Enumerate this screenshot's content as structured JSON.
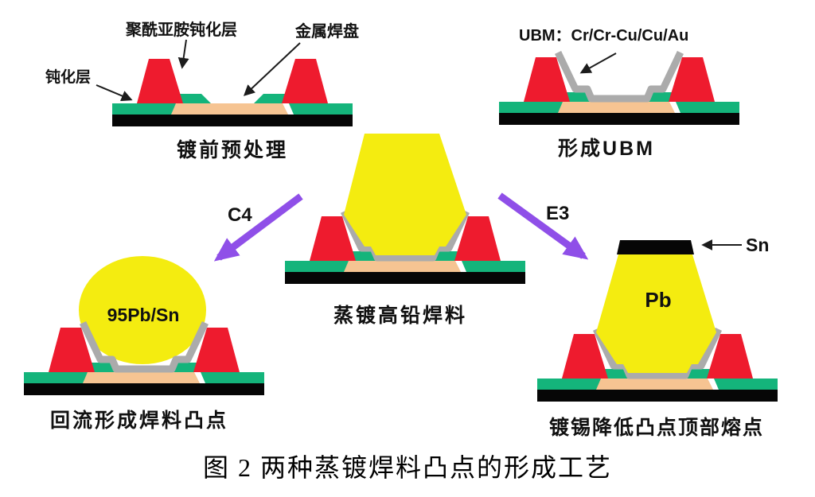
{
  "figure_caption": "图 2 两种蒸镀焊料凸点的形成工艺",
  "colors": {
    "red": "#ee1b2e",
    "green": "#14b47b",
    "tan": "#f6c492",
    "gray": "#ababab",
    "yellow": "#f4ec10",
    "black": "#060606",
    "purple": "#8f4fe8",
    "arrow": "#1c1c1c",
    "text": "#111111"
  },
  "panels": {
    "pretreat": {
      "caption": "镀前预处理",
      "labels": {
        "polyimide": "聚酰亚胺钝化层",
        "metal_pad": "金属焊盘",
        "passivation": "钝化层"
      }
    },
    "ubm": {
      "caption": "形成UBM",
      "stack_label": "UBM：Cr/Cr-Cu/Cu/Au"
    },
    "solder": {
      "caption": "蒸镀高铅焊料"
    },
    "reflow": {
      "caption": "回流形成焊料凸点",
      "ball_label": "95Pb/Sn"
    },
    "tin": {
      "caption": "镀锡降低凸点顶部熔点",
      "pb_label": "Pb",
      "sn_label": "Sn"
    }
  },
  "arrows": {
    "c4": "C4",
    "e3": "E3"
  }
}
